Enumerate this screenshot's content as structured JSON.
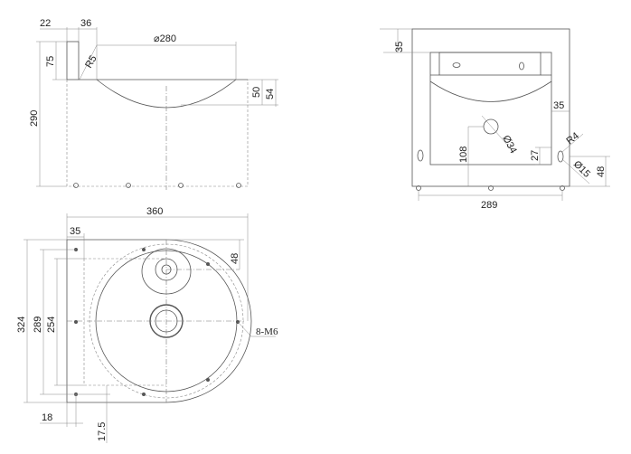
{
  "side_view": {
    "dims": {
      "back_thickness": "22",
      "back_offset": "36",
      "bowl_diameter": "⌀280",
      "back_height": "75",
      "radius": "R5",
      "total_height": "290",
      "bowl_depth_inner": "50",
      "bowl_depth_outer": "54"
    }
  },
  "front_view": {
    "dims": {
      "top_margin": "35",
      "side_margin": "35",
      "drain_diameter": "Ø34",
      "drain_height": "108",
      "slot_height": "27",
      "slot_radius": "R4",
      "slot_width": "Ø15",
      "slot_offset": "48",
      "foot_span": "289"
    }
  },
  "top_view": {
    "dims": {
      "width": "360",
      "back_margin": "35",
      "hole_offset": "48",
      "depth": "324",
      "bolt_span": "289",
      "inner_span": "254",
      "bolt_edge": "18",
      "bolt_front": "17.5",
      "bolts": "8-M6"
    }
  }
}
